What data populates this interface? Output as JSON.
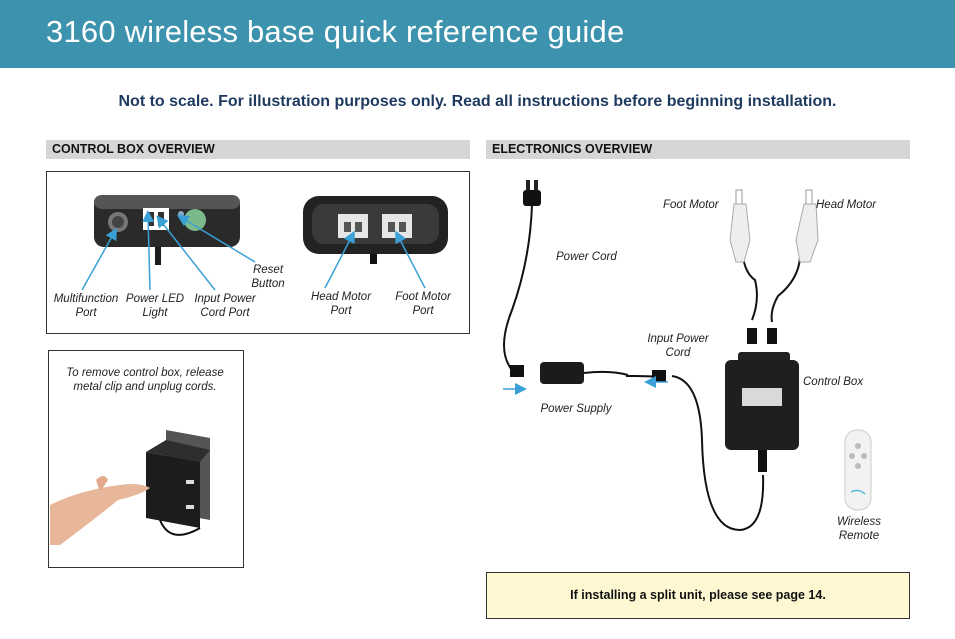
{
  "header": {
    "title": "3160 wireless base quick reference guide"
  },
  "disclaimer": "Not to scale. For illustration purposes only.  Read all instructions before beginning installation.",
  "control_box_overview": {
    "heading": "CONTROL BOX OVERVIEW",
    "labels": {
      "multifunction_port": "Multifunction Port",
      "power_led": "Power LED Light",
      "input_power_cord_port": "Input Power Cord Port",
      "reset_button": "Reset Button",
      "head_motor_port": "Head Motor Port",
      "foot_motor_port": "Foot Motor Port"
    }
  },
  "removal_note": "To remove control box, release metal clip and unplug cords.",
  "electronics_overview": {
    "heading": "ELECTRONICS OVERVIEW",
    "labels": {
      "power_cord": "Power Cord",
      "foot_motor": "Foot Motor",
      "head_motor": "Head Motor",
      "input_power_cord": "Input Power Cord",
      "control_box": "Control Box",
      "power_supply": "Power Supply",
      "wireless_remote": "Wireless Remote"
    }
  },
  "split_unit_note": "If installing a split unit, please see page 14.",
  "colors": {
    "header": "#3d92ad",
    "arrow": "#3aa0d6",
    "note_bg": "#fdf8d2"
  }
}
